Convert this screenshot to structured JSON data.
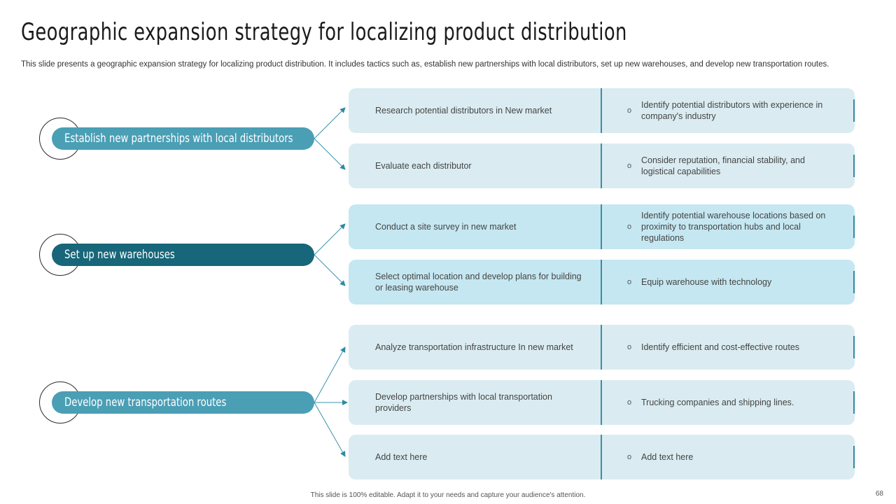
{
  "slide": {
    "title": "Geographic expansion strategy for localizing product distribution",
    "subtitle": "This slide presents a geographic expansion strategy for localizing product distribution. It includes tactics such as, establish new partnerships with local distributors, set up new warehouses, and develop new transportation routes.",
    "footer": "This slide is 100% editable. Adapt it to your needs and capture your audience's attention.",
    "page_number": "68"
  },
  "bullet_symbol": "o",
  "colors": {
    "pill_light": "#4a9fb5",
    "pill_dark": "#176679",
    "row_light": "#daecf1",
    "row_mid": "#c5e7f1",
    "accent": "#2e8aa1"
  },
  "groups": [
    {
      "label": "Establish new partnerships with local distributors",
      "rows": [
        {
          "tactic": "Research potential distributors in New market",
          "detail": "Identify potential distributors with experience in company's industry"
        },
        {
          "tactic": "Evaluate each distributor",
          "detail": "Consider reputation, financial stability, and logistical capabilities"
        }
      ]
    },
    {
      "label": "Set up new warehouses",
      "rows": [
        {
          "tactic": "Conduct a site survey in new market",
          "detail": "Identify potential warehouse locations based on proximity to transportation hubs and local regulations"
        },
        {
          "tactic": "Select optimal location and develop plans for building or leasing warehouse",
          "detail": "Equip warehouse with technology"
        }
      ]
    },
    {
      "label": "Develop new transportation routes",
      "rows": [
        {
          "tactic": "Analyze transportation infrastructure In new market",
          "detail": "Identify efficient and cost-effective routes"
        },
        {
          "tactic": "Develop partnerships with local transportation providers",
          "detail": "Trucking companies and shipping lines."
        },
        {
          "tactic": "Add text here",
          "detail": "Add text here"
        }
      ]
    }
  ]
}
